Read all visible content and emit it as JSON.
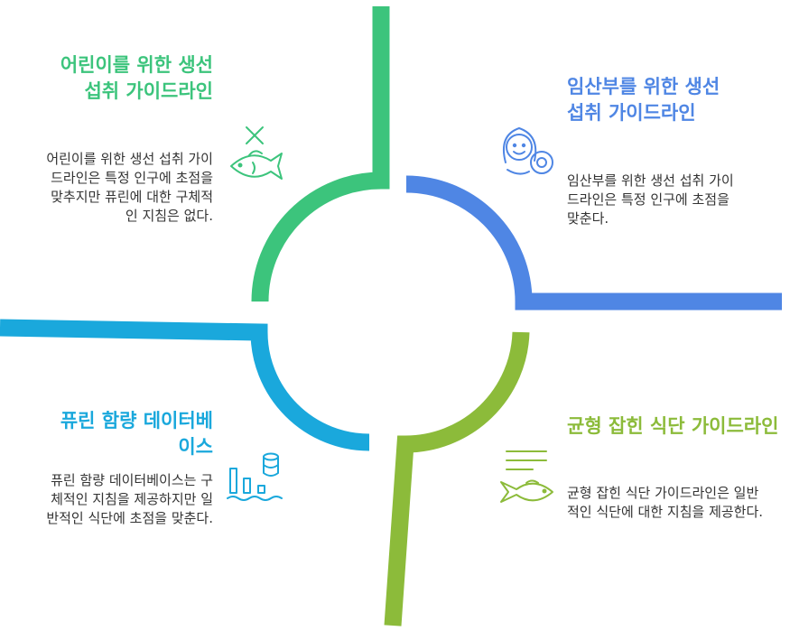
{
  "colors": {
    "green": "#3cc47c",
    "blue": "#4f86e4",
    "cyan": "#1aa8dc",
    "lime": "#8cbb3a",
    "text": "#333333"
  },
  "quadrants": {
    "top_left": {
      "title": "어린이를 위한 생선 섭취 가이드라인",
      "description": "어린이를 위한 생선 섭취 가이드라인은 특정 인구에 초점을 맞추지만 퓨린에 대한 구체적인 지침은 없다.",
      "icon": "fish-x-icon"
    },
    "top_right": {
      "title": "임산부를 위한 생선 섭취 가이드라인",
      "description": "임산부를 위한 생선 섭취 가이드라인은 특정 인구에 초점을 맞춘다.",
      "icon": "mother-baby-icon"
    },
    "bottom_left": {
      "title": "퓨린 함량 데이터베이스",
      "description": "퓨린 함량 데이터베이스는 구체적인 지침을 제공하지만 일반적인 식단에 초점을 맞춘다.",
      "icon": "database-chart-icon"
    },
    "bottom_right": {
      "title": "균형 잡힌 식단 가이드라인",
      "description": "균형 잡힌 식단 가이드라인은 일반적인 식단에 대한 지침을 제공한다.",
      "icon": "fish-lines-icon"
    }
  }
}
